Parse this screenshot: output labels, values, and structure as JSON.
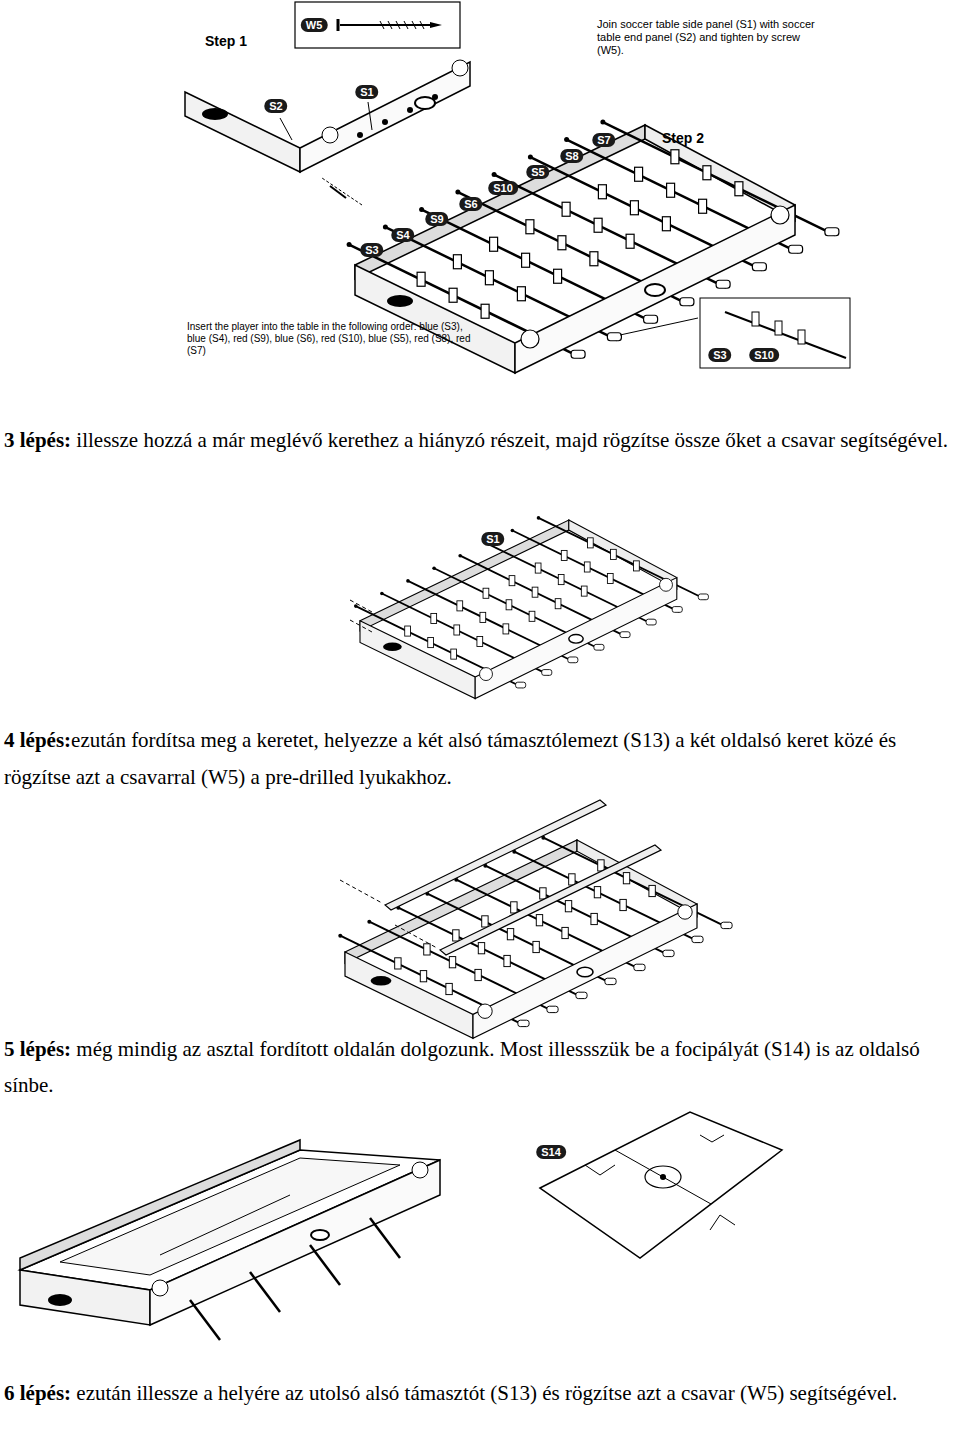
{
  "diagram": {
    "labels": [
      "W5",
      "Join soccer table side panel (S1) with soccer table end panel (S2) and tighten by screw (W5).",
      "Step 1",
      "S2",
      "S1",
      "S7",
      "S8",
      "Step 2",
      "S5",
      "S10",
      "S6",
      "S9",
      "S4",
      "S3",
      "Insert the player into the table in the following order: blue (S3), blue (S4), red (S9), blue (S6), red (S10), blue (S5), red (S8), red (S7)",
      "S3",
      "S10",
      "3 lépés:",
      "illessze hozzá a már meglévő kerethez a hiányzó részeit, majd rögzítse össze őket a csavar segítségével.",
      "S1",
      "4 lépés:",
      "ezután fordítsa meg a keretet, helyezze a két alsó támasztólemezt (S13) a két oldalsó keret közé és rögzítse azt a csavarral (W5) a pre-drilled lyukakhoz.",
      "5 lépés:",
      "még mindig az asztal fordított oldalán dolgozunk. Most illessszük be a focipályát (S14) is az oldalsó sínbe.",
      "S14",
      "6 lépés:",
      "ezután illessze a helyére az utolsó alsó támasztót (S13) és rögzítse azt a csavar (W5) segítségével."
    ]
  }
}
